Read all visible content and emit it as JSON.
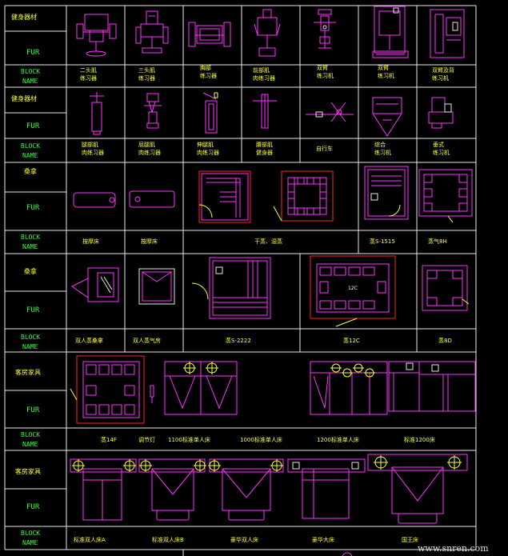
{
  "row_labels": {
    "fur": "FUR",
    "block": "BLOCK",
    "name": "NAME"
  },
  "categories": {
    "fitness": "健身器材",
    "sauna": "桑拿",
    "guestroom": "客房家具"
  },
  "row1_names": [
    "二头肌\n练习器",
    "三头肌\n练习器",
    "胸部\n练习器",
    "前部肌\n肉练习器",
    "双臂\n练习机",
    "双臂\n练习机",
    "双臂及背\n练习机"
  ],
  "row2_names": [
    "腿部肌\n肉练习器",
    "屈腿肌\n肉练习器",
    "伸腿肌\n肉练习器",
    "腰部肌\n健身器",
    "自行车",
    "综合\n练习机",
    "垂式\n练习机"
  ],
  "row3_names": [
    "按摩床",
    "按摩床",
    "干蒸、湿蒸",
    "蒸S-1515",
    "蒸气8H"
  ],
  "row4_names": [
    "双人蒸桑拿",
    "双人蒸气房",
    "蒸S-2222",
    "蒸12C",
    "蒸8D"
  ],
  "row5_names": [
    "蒸14F",
    "调节灯",
    "1100标准单人床",
    "1000标准单人床",
    "1200标准单人床",
    "标准1200床"
  ],
  "row6_names": [
    "标准双人床A",
    "标准双人床B",
    "豪华双人床",
    "豪华大床",
    "国王床"
  ],
  "watermark": "www.snren.com"
}
